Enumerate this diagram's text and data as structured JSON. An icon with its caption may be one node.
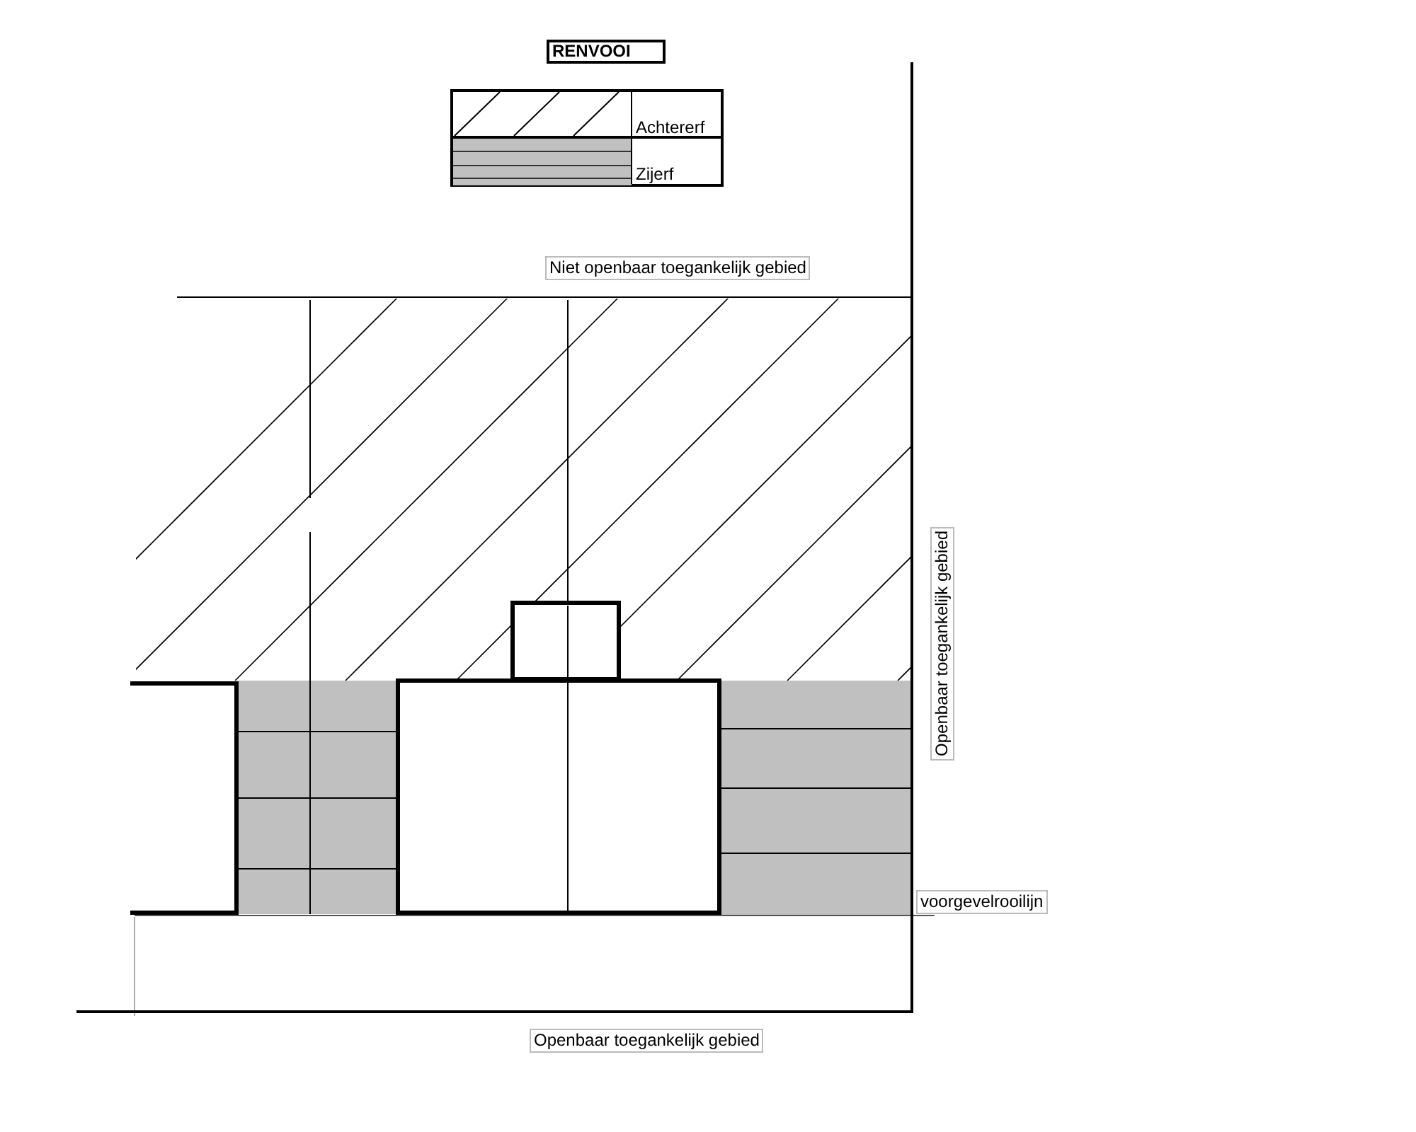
{
  "diagram": {
    "title": "RENVOOI",
    "labels": [
      "Niet openbaar toegankelijk gebied",
      "Openbaar toegankelijk gebied",
      "voorgevelrooilijn",
      "Openbaar toegankelijk gebied"
    ],
    "legend": [
      {
        "text": "Achtererf"
      },
      {
        "text": "Zijerf"
      }
    ]
  }
}
